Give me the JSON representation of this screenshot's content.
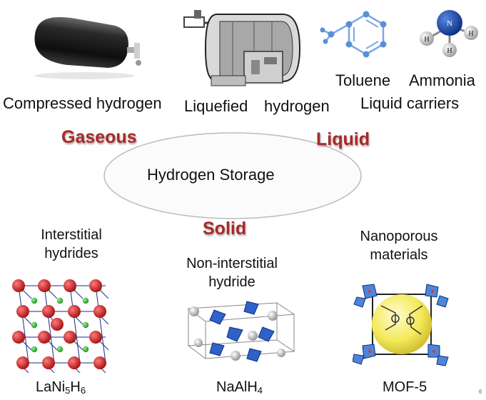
{
  "center_label": "Hydrogen Storage",
  "categories": {
    "gaseous": "Gaseous",
    "liquid": "Liquid",
    "solid": "Solid"
  },
  "top": {
    "compressed": "Compressed hydrogen",
    "liquefied_a": "Liquefied",
    "liquefied_b": "hydrogen",
    "toluene": "Toluene",
    "ammonia": "Ammonia",
    "liquid_carriers": "Liquid carriers"
  },
  "bottom": {
    "interstitial_l1": "Interstitial",
    "interstitial_l2": "hydrides",
    "noninterstitial_l1": "Non-interstitial",
    "noninterstitial_l2": "hydride",
    "nanoporous_l1": "Nanoporous",
    "nanoporous_l2": "materials",
    "lani_base": "LaNi",
    "lani_sub1": "5",
    "lani_mid": "H",
    "lani_sub2": "6",
    "naalh_base": "NaAlH",
    "naalh_sub": "4",
    "mof": "MOF-5"
  },
  "ammonia_atoms": {
    "n": "N",
    "h": "H"
  },
  "page_number": "6",
  "colors": {
    "category_red": "#a52a2a",
    "ellipse_stroke": "#bbbbbb",
    "toluene_node": "#5b8fd6",
    "nitrogen_blue": "#1a4fb8",
    "lattice_red": "#d42020",
    "lattice_green": "#3cbf3c",
    "tetra_blue": "#2f62c9",
    "mof_yellow": "#f4ea5a"
  }
}
